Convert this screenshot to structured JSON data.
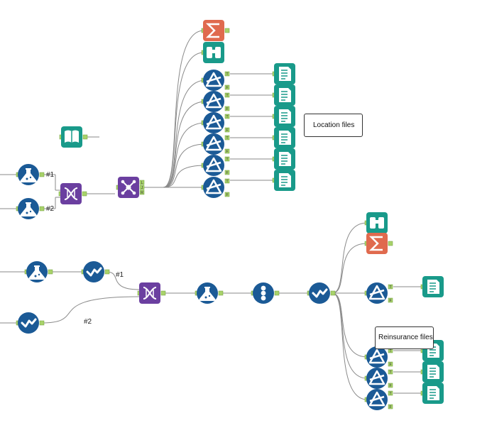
{
  "comments": {
    "location": "Location files",
    "reinsurance": "Reinsurance files"
  },
  "connection_labels": {
    "upper_input_1": "#1",
    "upper_input_2": "#2",
    "lower_input_1": "#1",
    "lower_input_2": "#2"
  },
  "anchor_letters": {
    "true": "T",
    "false": "F",
    "left": "L",
    "join": "J",
    "right": "R"
  },
  "colors": {
    "blue_tool": "#1b5a96",
    "teal_tool": "#199a8a",
    "orange_tool": "#e06a4e",
    "purple_tool": "#6b3fa0",
    "anchor_green": "#a8d26a",
    "connector_gray": "#8a8a8a"
  },
  "tool_types": [
    "formula-tool",
    "select-tool",
    "join-tool",
    "text-input-tool",
    "join-multiple-tool",
    "summarize-tool",
    "browse-tool",
    "filter-tool",
    "output-tool",
    "record-id-tool"
  ]
}
